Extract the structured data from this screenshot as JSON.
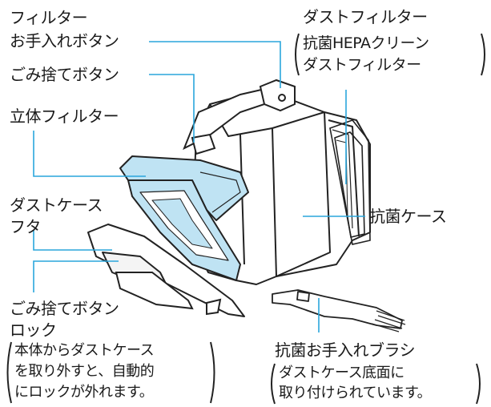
{
  "labels": {
    "filter_care_button": [
      "フィルター",
      "お手入れボタン"
    ],
    "dust_dispose_button": "ごみ捨てボタン",
    "stereo_filter": "立体フィルター",
    "dust_case_lid": [
      "ダストケース",
      "フタ"
    ],
    "dust_dispose_lock": [
      "ごみ捨てボタン",
      "ロック"
    ],
    "lock_note": [
      "本体からダストケース",
      "を取り外すと、自動的",
      "にロックが外れます。"
    ],
    "dust_filter": "ダストフィルター",
    "dust_filter_note": [
      "抗菌HEPAクリーン",
      "ダストフィルター"
    ],
    "antibacterial_case": "抗菌ケース",
    "brush": "抗菌お手入れブラシ",
    "brush_note": [
      "ダストケース底面に",
      "取り付けられています。"
    ]
  },
  "colors": {
    "leader_line": "#2aa6dc",
    "filter_fill": "#bfe3f3",
    "body_fill": "#ffffff",
    "outline": "#222222"
  }
}
